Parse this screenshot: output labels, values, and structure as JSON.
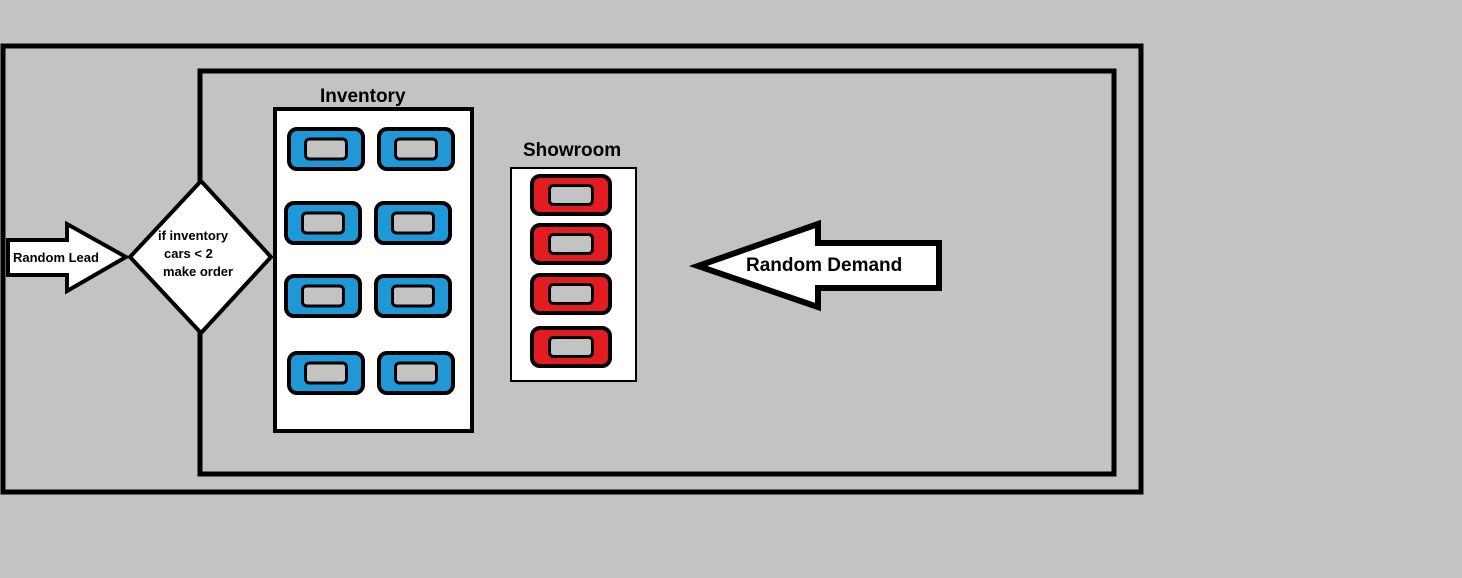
{
  "colors": {
    "background": "#c3c3c3",
    "inventory_car": "#1f98d8",
    "showroom_car": "#e31c22",
    "car_window": "#c3c3c3",
    "box_fill": "#ffffff",
    "stroke": "#000000"
  },
  "inventory": {
    "title": "Inventory",
    "car_count": 8
  },
  "showroom": {
    "title": "Showroom",
    "car_count": 4
  },
  "lead_arrow": {
    "label": "Random Lead",
    "direction": "right"
  },
  "decision": {
    "lines": [
      "if inventory",
      "cars < 2",
      "make order"
    ]
  },
  "demand_arrow": {
    "label": "Random Demand",
    "direction": "left"
  }
}
